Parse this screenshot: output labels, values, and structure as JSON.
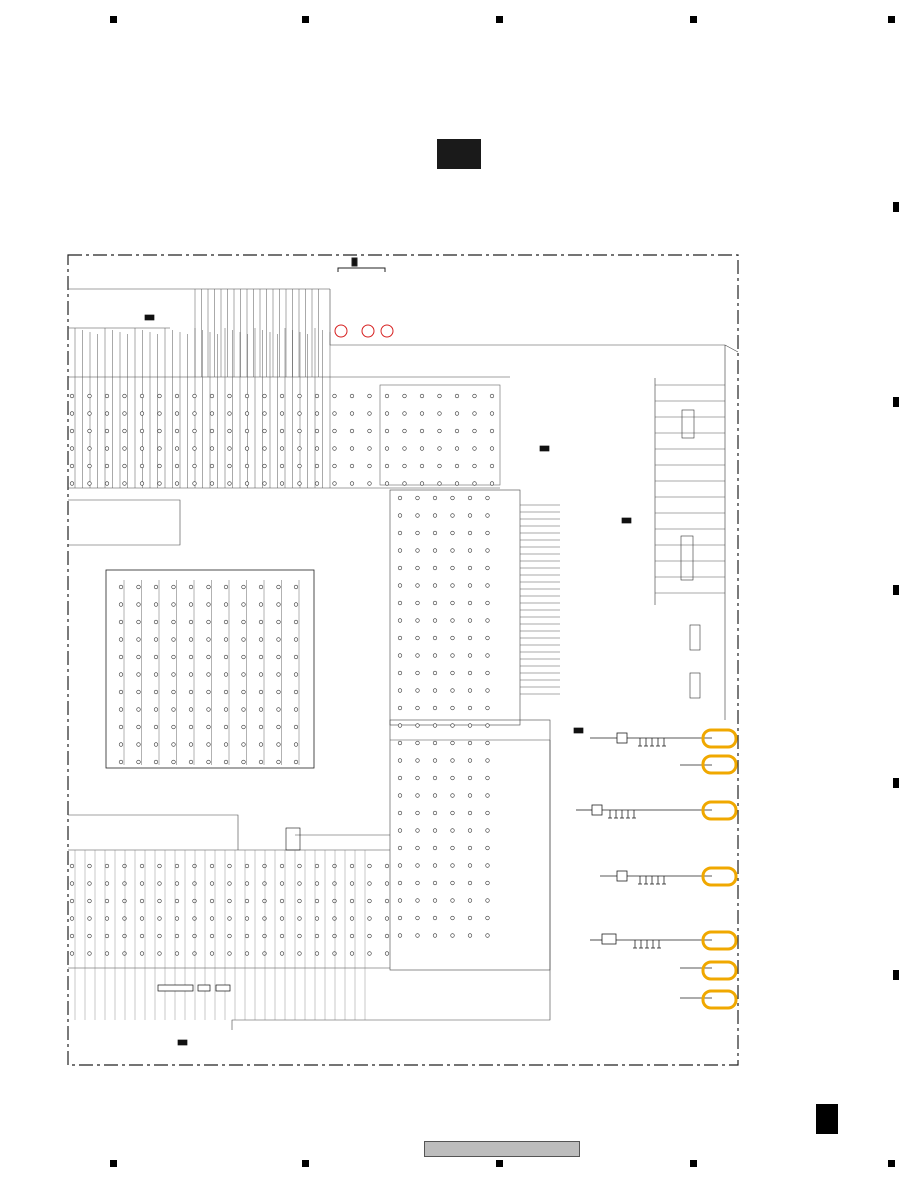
{
  "page": {
    "title_block_color": "#1a1a1a",
    "highlight_color": "#f0a800",
    "probe_color": "#d62020",
    "footer_bar_color": "#bdbdbd"
  },
  "schematic": {
    "highlight_markers": 7,
    "probe_markers": 3,
    "switch_matrices": 3,
    "voltage_regulators": 4
  }
}
